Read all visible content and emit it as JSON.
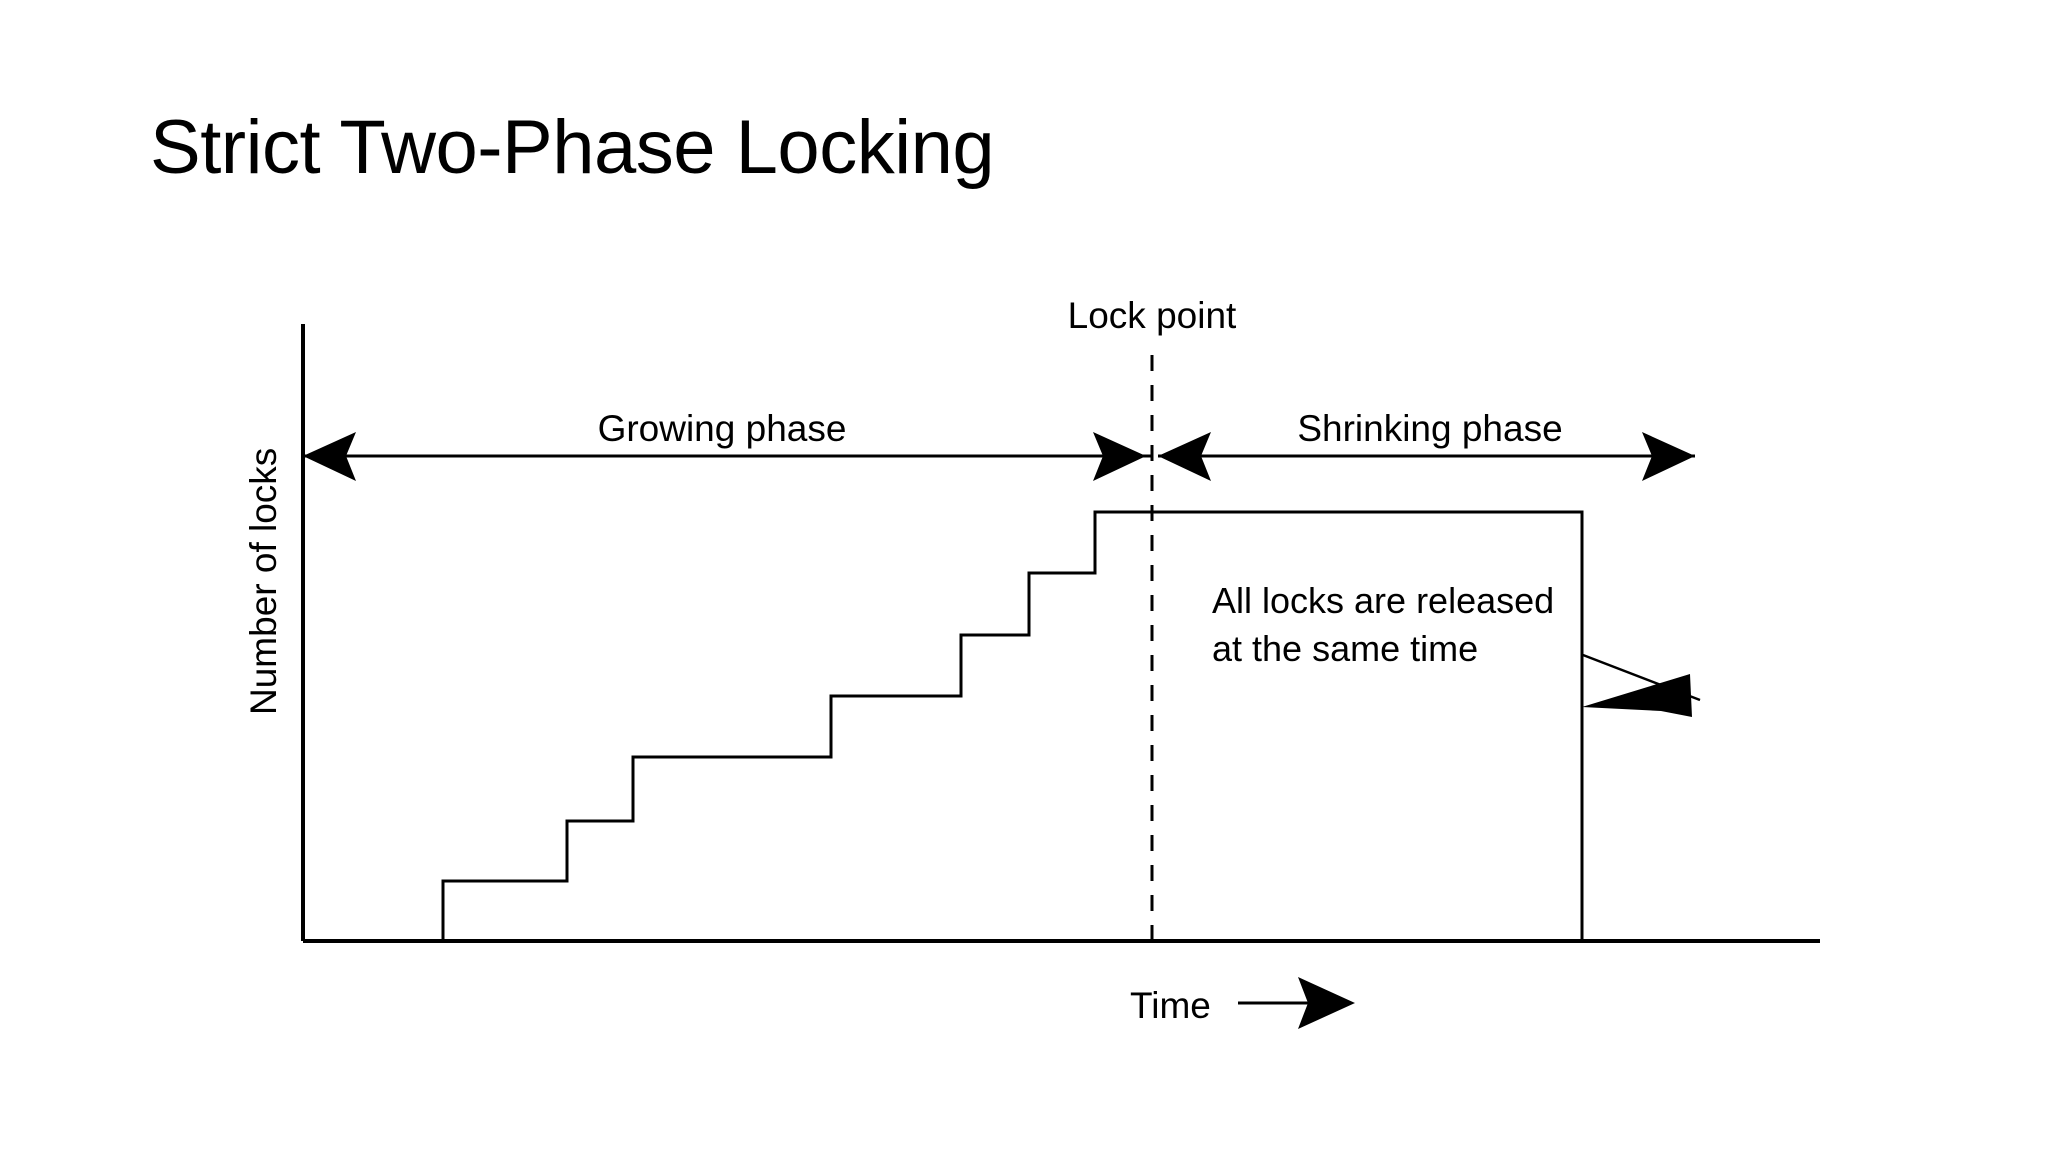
{
  "slide": {
    "title": "Strict Two-Phase Locking",
    "background_color": "#ffffff",
    "ink_color": "#000000"
  },
  "chart_data": {
    "type": "line",
    "title": "Strict Two-Phase Locking",
    "xlabel": "Time",
    "ylabel": "Number of locks",
    "grid": false,
    "legend": null,
    "axis_ticks": [],
    "description": "Step (staircase) plot of number of locks held by a transaction over time. Locks are acquired one at a time during the growing phase until the lock point, then all locks are released simultaneously at the end (vertical drop to zero).",
    "series": [
      {
        "name": "Number of locks held",
        "step_shape": "hv",
        "points": [
          {
            "x": 0.0,
            "y": 0
          },
          {
            "x": 0.09,
            "y": 0
          },
          {
            "x": 0.09,
            "y": 1
          },
          {
            "x": 0.18,
            "y": 1
          },
          {
            "x": 0.18,
            "y": 2
          },
          {
            "x": 0.22,
            "y": 2
          },
          {
            "x": 0.22,
            "y": 3
          },
          {
            "x": 0.35,
            "y": 3
          },
          {
            "x": 0.35,
            "y": 4
          },
          {
            "x": 0.43,
            "y": 4
          },
          {
            "x": 0.43,
            "y": 5
          },
          {
            "x": 0.48,
            "y": 5
          },
          {
            "x": 0.48,
            "y": 6
          },
          {
            "x": 0.52,
            "y": 6
          },
          {
            "x": 0.52,
            "y": 7
          },
          {
            "x": 0.98,
            "y": 7
          },
          {
            "x": 0.98,
            "y": 0
          }
        ]
      }
    ],
    "annotations": [
      {
        "id": "lock-point",
        "text": "Lock point",
        "type": "vertical-dashed-marker",
        "x": 0.56
      },
      {
        "id": "growing-phase",
        "text": "Growing phase",
        "type": "double-arrow-span",
        "x_start": 0.0,
        "x_end": 0.56
      },
      {
        "id": "shrinking-phase",
        "text": "Shrinking phase",
        "type": "double-arrow-span",
        "x_start": 0.56,
        "x_end": 1.0
      },
      {
        "id": "release-callout",
        "text_line_1": "All locks are released",
        "text_line_2": "at the same time",
        "type": "callout-arrow",
        "points_to_x": 0.98
      }
    ]
  },
  "figure": {
    "y_axis_label": "Number of locks",
    "x_axis_label": "Time",
    "x_axis_arrow_icon": "right-arrow-icon",
    "lock_point_label": "Lock point",
    "growing_phase_label": "Growing phase",
    "shrinking_phase_label": "Shrinking phase",
    "callout_line_1": "All locks are released",
    "callout_line_2": "at the same time"
  }
}
